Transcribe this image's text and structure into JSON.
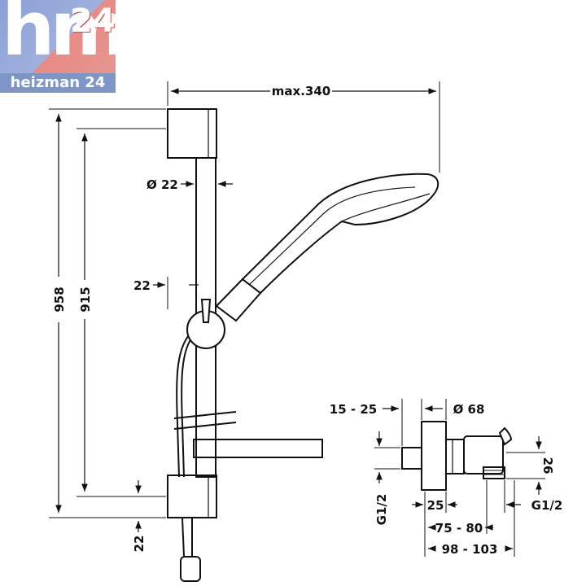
{
  "logo": {
    "brand_main": "hm",
    "brand_number": "24",
    "brand_name": "heizman 24",
    "colors": {
      "blue": "#8a9fd6",
      "red": "#e78b86"
    }
  },
  "dimensions": {
    "max_width": "max.340",
    "bar_diameter": "Ø 22",
    "total_height": "958",
    "rail_length": "915",
    "wall_offset": "22",
    "bottom_offset": "22",
    "valve_wall_depth": "15 - 25",
    "rosette_diameter": "Ø 68",
    "outlet_height": "26",
    "inlet_thread": "G1/2",
    "outlet_thread": "G1/2",
    "center_offset": "25",
    "center_distance": "75 - 80",
    "overall_depth": "98 - 103"
  }
}
